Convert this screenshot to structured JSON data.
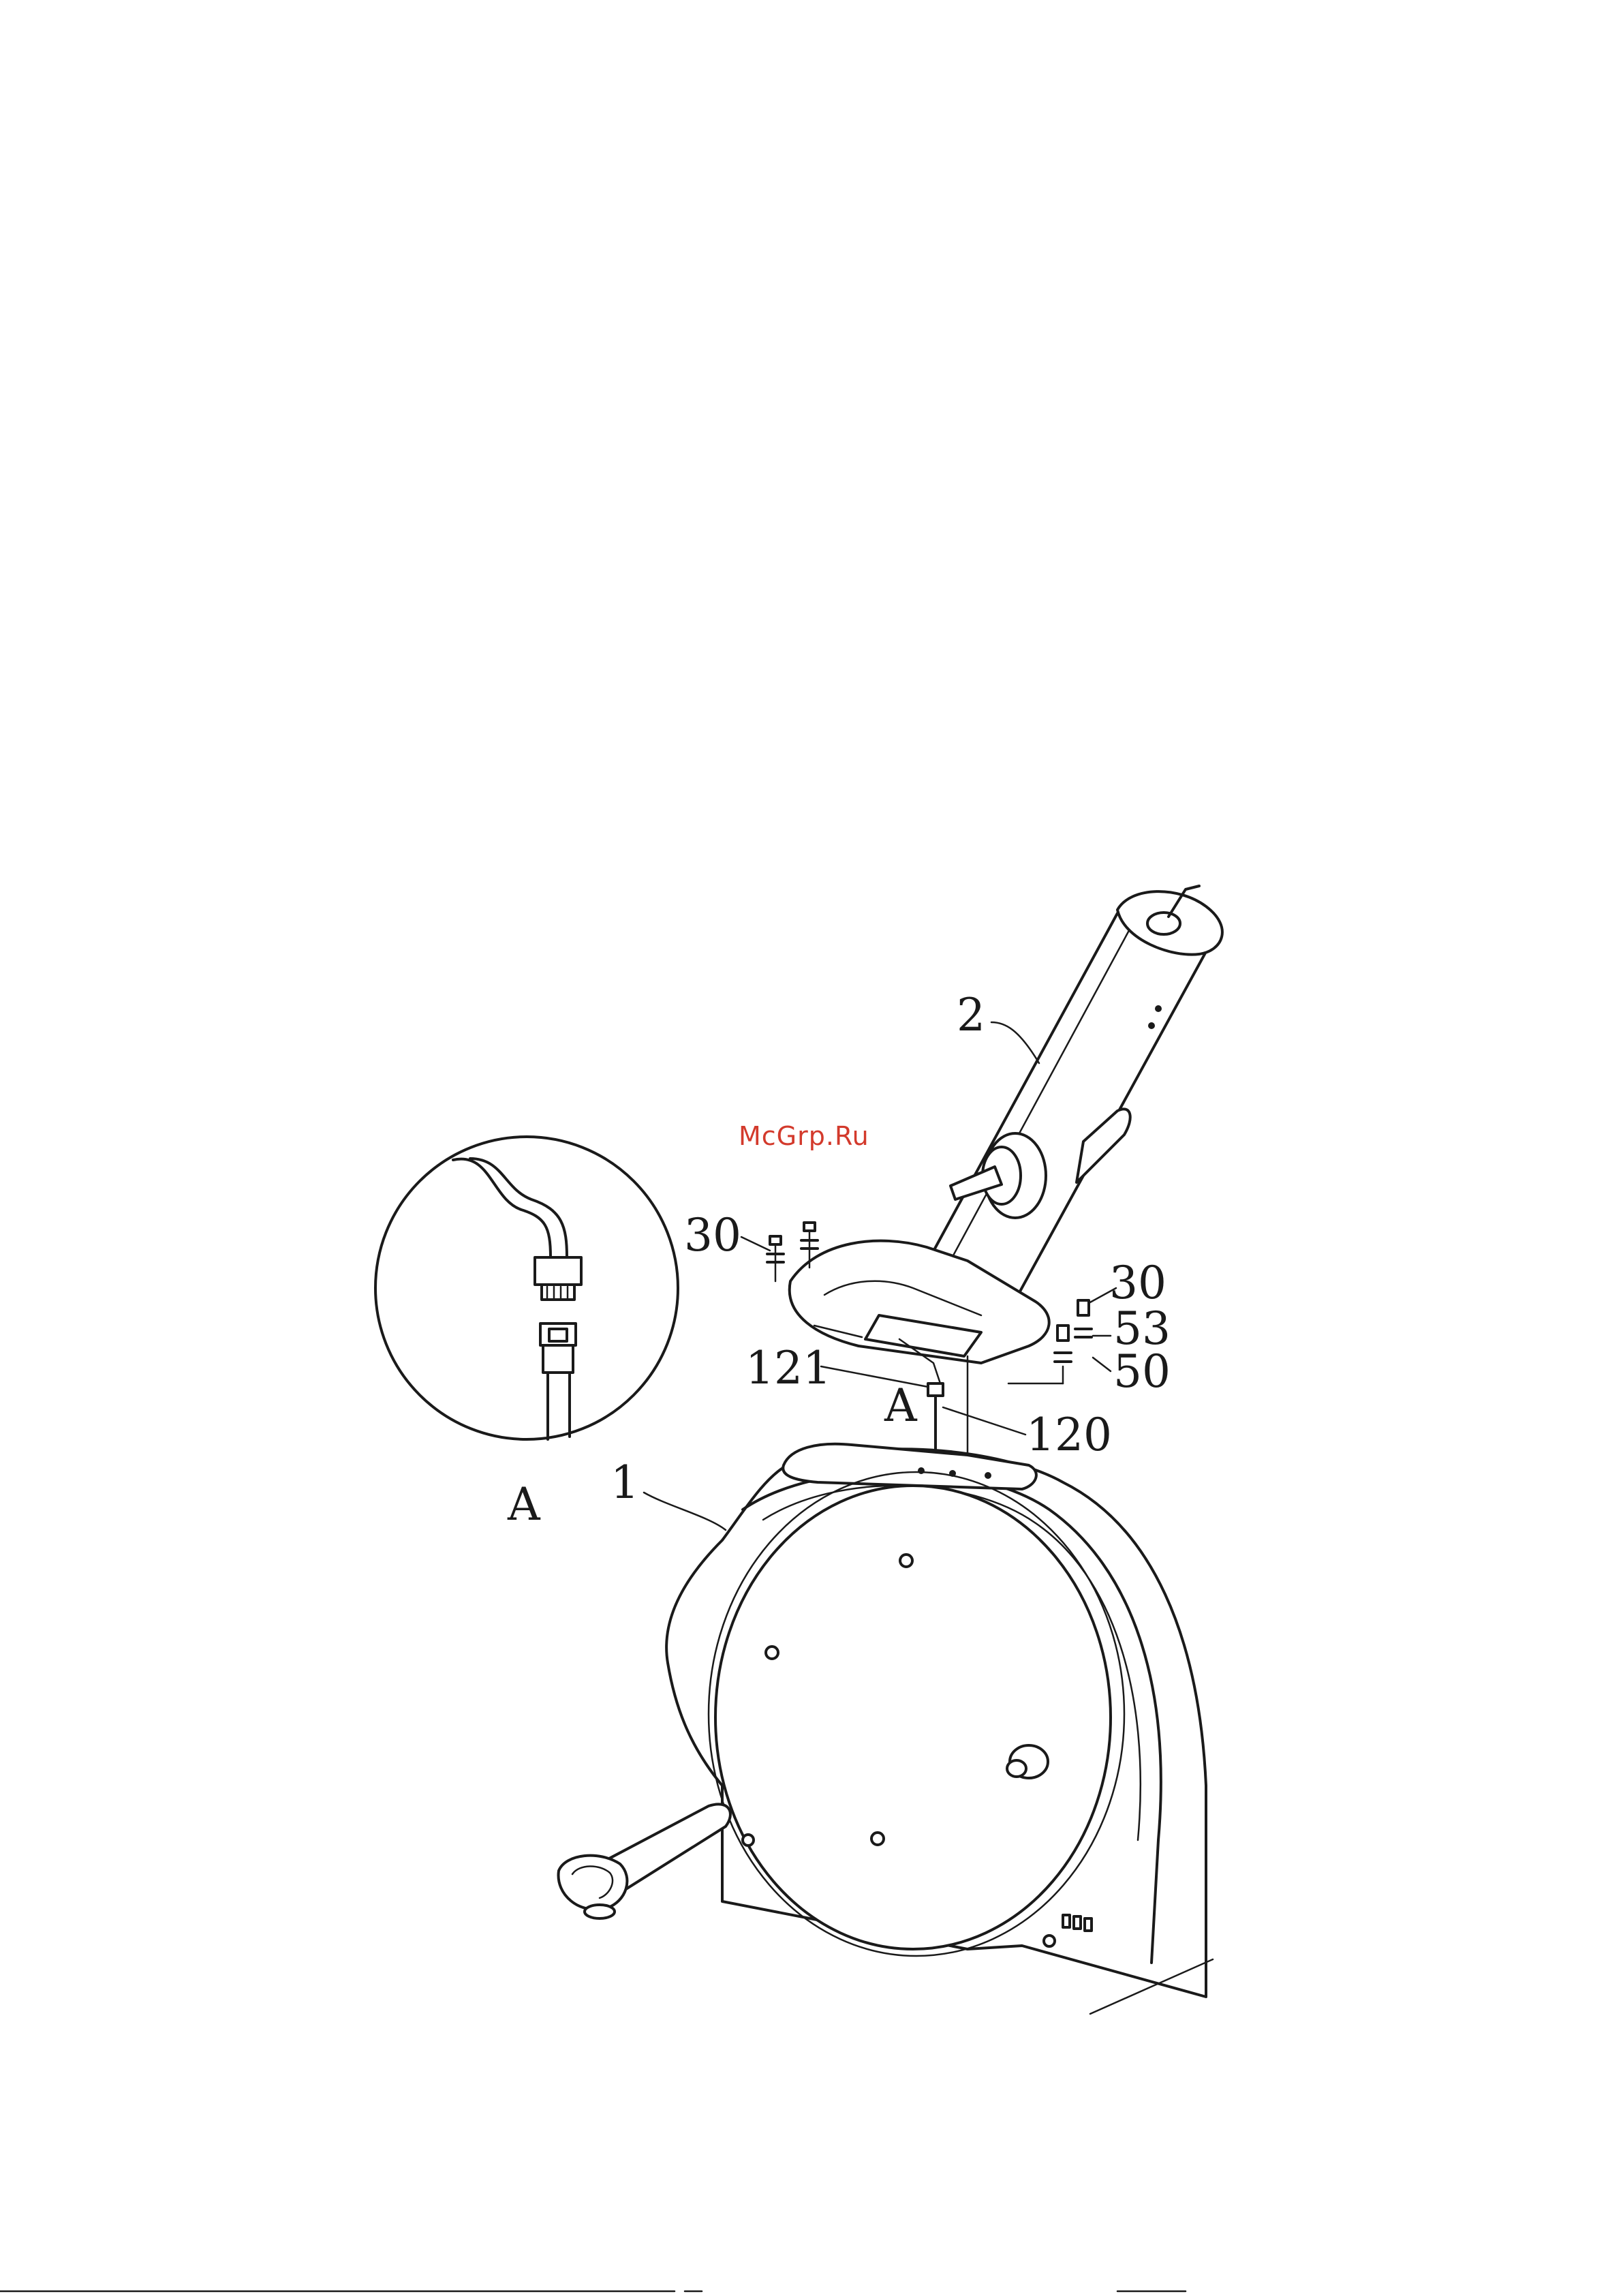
{
  "watermark": "McGrp.Ru",
  "callouts": {
    "part_1": "1",
    "part_2": "2",
    "part_30_left": "30",
    "part_30_right": "30",
    "part_53": "53",
    "part_50": "50",
    "part_121": "121",
    "part_120": "120",
    "detail_marker": "A"
  },
  "inset": {
    "label": "A"
  }
}
